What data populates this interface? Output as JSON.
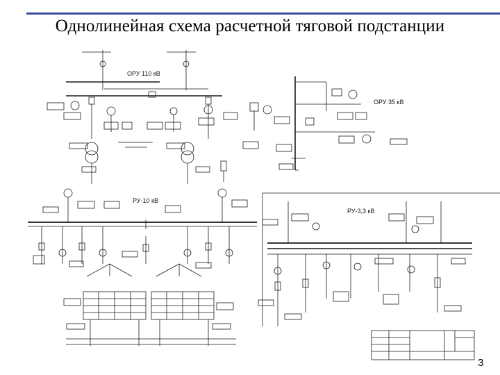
{
  "slide": {
    "title": "Однолинейная схема расчетной тяговой подстанции",
    "page_number": "3"
  },
  "diagram": {
    "section_labels": {
      "oru_110": "ОРУ 110 кВ",
      "oru_35": "ОРУ 35 кВ",
      "ru_10": "РУ-10 кВ",
      "ru_33": "РУ-3,3 кВ"
    }
  },
  "colors": {
    "rule": "#3a4a9a",
    "line": "#1a1a1a"
  }
}
